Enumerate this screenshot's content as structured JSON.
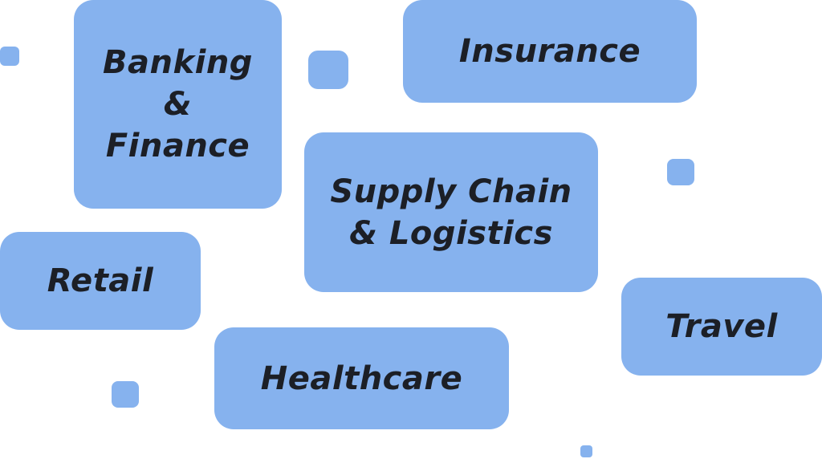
{
  "tiles": {
    "banking": "Banking\n&\nFinance",
    "insurance": "Insurance",
    "supply_chain": "Supply Chain\n& Logistics",
    "retail": "Retail",
    "travel": "Travel",
    "healthcare": "Healthcare"
  },
  "colors": {
    "tile_fill": "#86b2ee",
    "text": "#1c1f26",
    "background": "#ffffff"
  }
}
